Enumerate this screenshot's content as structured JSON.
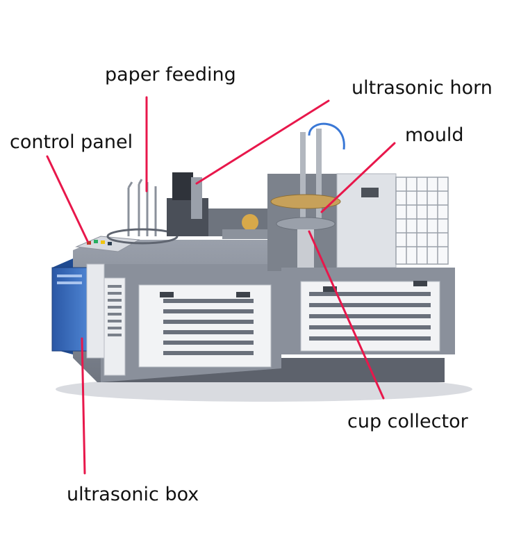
{
  "labels": {
    "paper_feeding": "paper feeding",
    "ultrasonic_horn": "ultrasonic horn",
    "control_panel": "control panel",
    "mould": "mould",
    "cup_collector": "cup collector",
    "ultrasonic_box": "ultrasonic box"
  },
  "colors": {
    "leader_line": "#e8174b",
    "machine_grey": "#7f8591",
    "panel_white": "#f2f3f5",
    "ultrasonic_box_blue": "#3567b8",
    "label_text": "#111111"
  }
}
